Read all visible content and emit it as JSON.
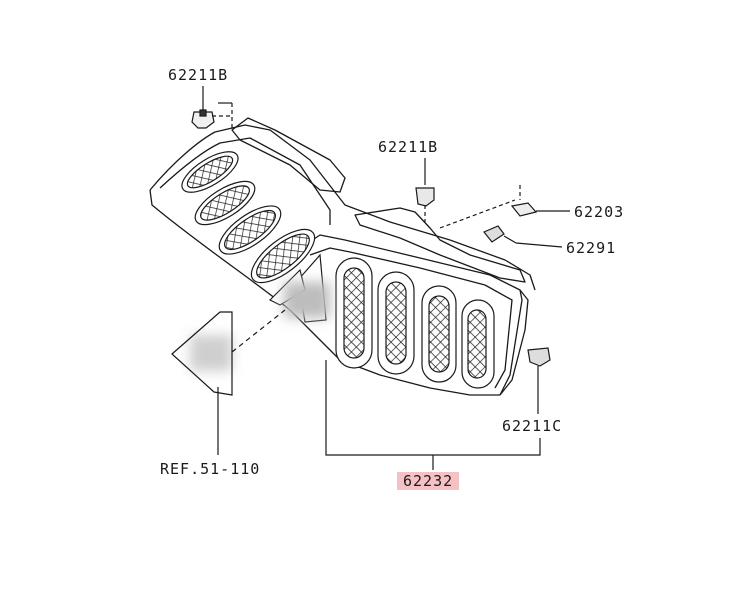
{
  "callouts": {
    "bolt_top_left": "62211B",
    "bolt_top_center": "62211B",
    "bracket_right": "62203",
    "screw_right": "62291",
    "clip_right": "62211C",
    "reference": "REF.51-110",
    "grille_assembly": "62232"
  },
  "colors": {
    "highlight": "#f6c1c4",
    "line": "#1a1a1a",
    "blur": "#c8c8c8"
  }
}
